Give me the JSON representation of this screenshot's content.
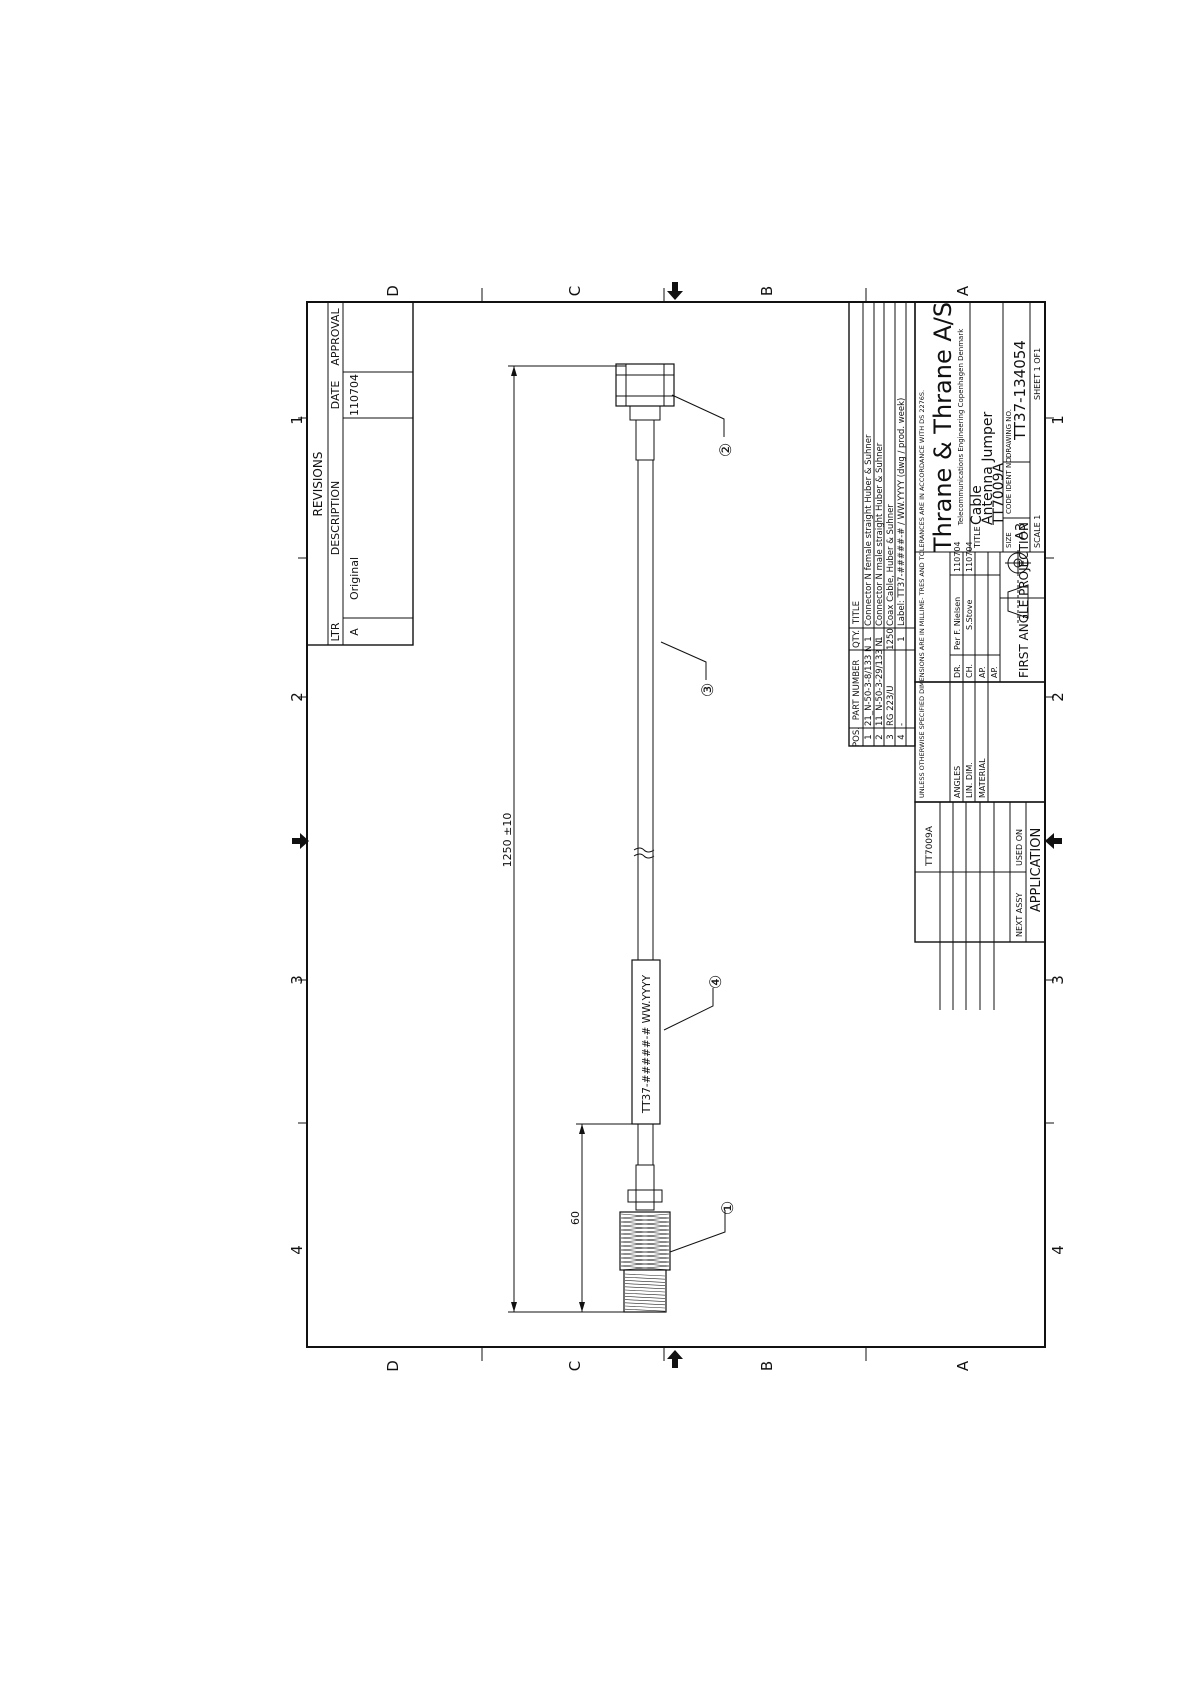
{
  "zones": {
    "top": [
      "D",
      "C",
      "B",
      "A"
    ],
    "bottom": [
      "D",
      "C",
      "B",
      "A"
    ],
    "left": [
      "1",
      "2",
      "3",
      "4"
    ],
    "right": [
      "1",
      "2",
      "3",
      "4"
    ]
  },
  "revisions": {
    "title": "REVISIONS",
    "headers": {
      "ltr": "LTR",
      "description": "DESCRIPTION",
      "date": "DATE",
      "approval": "APPROVAL"
    },
    "rows": [
      {
        "ltr": "A",
        "description": "Original",
        "date": "110704",
        "approval": ""
      }
    ]
  },
  "dimensions": {
    "overall_length": "1250 ±10",
    "label_offset": "60"
  },
  "cable_label_text": "TT37-#####-#   WW.YYYY",
  "balloons": [
    "①",
    "②",
    "③",
    "④"
  ],
  "bom": {
    "headers": {
      "pos": "POS.",
      "part_number": "PART NUMBER",
      "qty": "QTY.",
      "title": "TITLE"
    },
    "rows": [
      {
        "pos": "1",
        "part_number": "21_N-50-3-8/133 N",
        "qty": "1",
        "title": "Connector N female straight   Huber & Suhner"
      },
      {
        "pos": "2",
        "part_number": "11_N-50-3-29/133 N",
        "qty": "1",
        "title": "Connector N male straight   Huber & Suhner"
      },
      {
        "pos": "3",
        "part_number": "RG 223/U",
        "qty": "1250",
        "title": "Coax Cable, Huber & Suhner"
      },
      {
        "pos": "4",
        "part_number": "-",
        "qty": "1",
        "title": "Label:  TT37-#####-# / WW.YYYY (dwg / prod. week)"
      }
    ]
  },
  "title_block": {
    "company": "Thrane & Thrane A/S",
    "company_sub": "Telecommunications Engineering  Copenhagen  Denmark",
    "title_label": "TITLE",
    "title_lines": [
      "Cable",
      "Antenna  Jumper",
      "TT7009A"
    ],
    "tolerance_note": "UNLESS OTHERWISE SPECIFIED DIMENSIONS ARE IN MILLIME- TRES AND TOLERANCES ARE IN ACCORDANCE WITH DS 2276S.",
    "angles_label": "ANGLES",
    "lin_dim_label": "LIN. DIM.",
    "material_label": "MATERIAL",
    "signatures": [
      {
        "role": "DR.",
        "name": "Per F. Nielsen",
        "date": "110704"
      },
      {
        "role": "CH.",
        "name": "S.Stove",
        "date": "110704"
      },
      {
        "role": "AP.",
        "name": "",
        "date": ""
      },
      {
        "role": "AP.",
        "name": "",
        "date": ""
      }
    ],
    "projection": "FIRST ANGLE PROJECTION",
    "size_label": "SIZE",
    "size": "A3",
    "code_ident_label": "CODE IDENT NO.",
    "drawing_no_label": "DRAWING NO.",
    "drawing_no": "TT37-134054",
    "scale": "SCALE  1",
    "sheet": "SHEET 1 OF1"
  },
  "application": {
    "title": "APPLICATION",
    "next_assy_label": "NEXT ASSY",
    "used_on_label": "USED ON",
    "next_assy_value": "TT7009A"
  }
}
